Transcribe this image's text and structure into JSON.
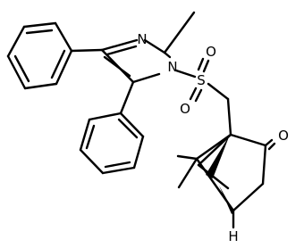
{
  "atoms": {
    "n_ring_top": "N",
    "n_ring_sulfonyl": "N",
    "sulfur": "S",
    "oxygen_sulfonyl_top": "O",
    "oxygen_sulfonyl_bottom": "O",
    "oxygen_ketone": "O",
    "hydrogen_bridgehead": "H"
  }
}
